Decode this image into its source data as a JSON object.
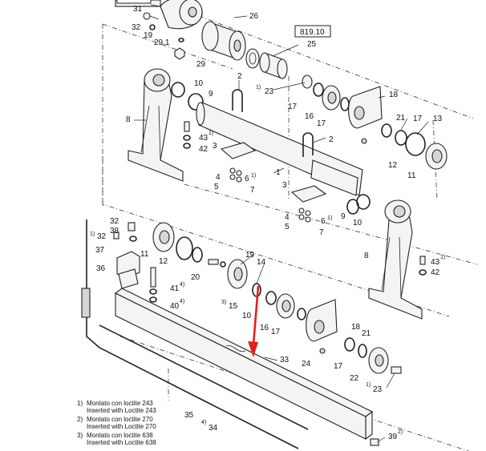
{
  "title_box": "819.10",
  "labels": {
    "p31": "31",
    "p26": "26",
    "p32a": "32",
    "p19a": "19",
    "p29_1": "29.1",
    "p29": "29",
    "p25": "25",
    "p10a": "10",
    "p9a": "9",
    "p2a": "2",
    "p1_23": "1)",
    "p23a": "23",
    "p17a": "17",
    "p16a": "16",
    "p17b": "17",
    "p18a": "18",
    "p21a": "21",
    "p17c": "17",
    "p13": "13",
    "p8a": "8",
    "p43a": "43",
    "p43a_s": "1)",
    "p42a": "42",
    "p3a": "3",
    "p4a": "4",
    "p5a": "5",
    "p6a": "6",
    "p6a_s": "1)",
    "p7a": "7",
    "p1a": "1",
    "p2b": "2",
    "p9b": "9",
    "p10b": "10",
    "p12a": "12",
    "p11a": "11",
    "p4b": "4",
    "p5b": "5",
    "p6b": "6",
    "p6b_s": "1)",
    "p7b": "7",
    "p3b": "3",
    "p32b": "32",
    "p38": "38",
    "p1_32": "1)",
    "p32c": "32",
    "p37": "37",
    "p11b": "11",
    "p12b": "12",
    "p36": "36",
    "p20": "20",
    "p19b": "19",
    "p14": "14",
    "p41": "41",
    "p41_s": "4)",
    "p40": "40",
    "p40_s": "4)",
    "p3_15": "3)",
    "p15": "15",
    "p10c": "10",
    "p16b": "16",
    "p17d": "17",
    "p8b": "8",
    "p43b": "43",
    "p43b_s": "1)",
    "p42b": "42",
    "p18b": "18",
    "p21b": "21",
    "p24": "24",
    "p17e": "17",
    "p22": "22",
    "p33": "33",
    "p1_23b": "1)",
    "p23b": "23",
    "p35": "35",
    "p4_34": "4)",
    "p34": "34",
    "p39": "39",
    "p39_s": "2)"
  },
  "legend": [
    {
      "num": "1)",
      "it": "Montato con loctite 243",
      "en": "Inserted with Loctite 243"
    },
    {
      "num": "2)",
      "it": "Montato con loctite 270",
      "en": "Inserted with Loctite 270"
    },
    {
      "num": "3)",
      "it": "Montato con loctite 638",
      "en": "Inserted with Loctite 638"
    }
  ],
  "colors": {
    "line": "#222222",
    "arrow": "#e0201b",
    "background": "#ffffff"
  }
}
